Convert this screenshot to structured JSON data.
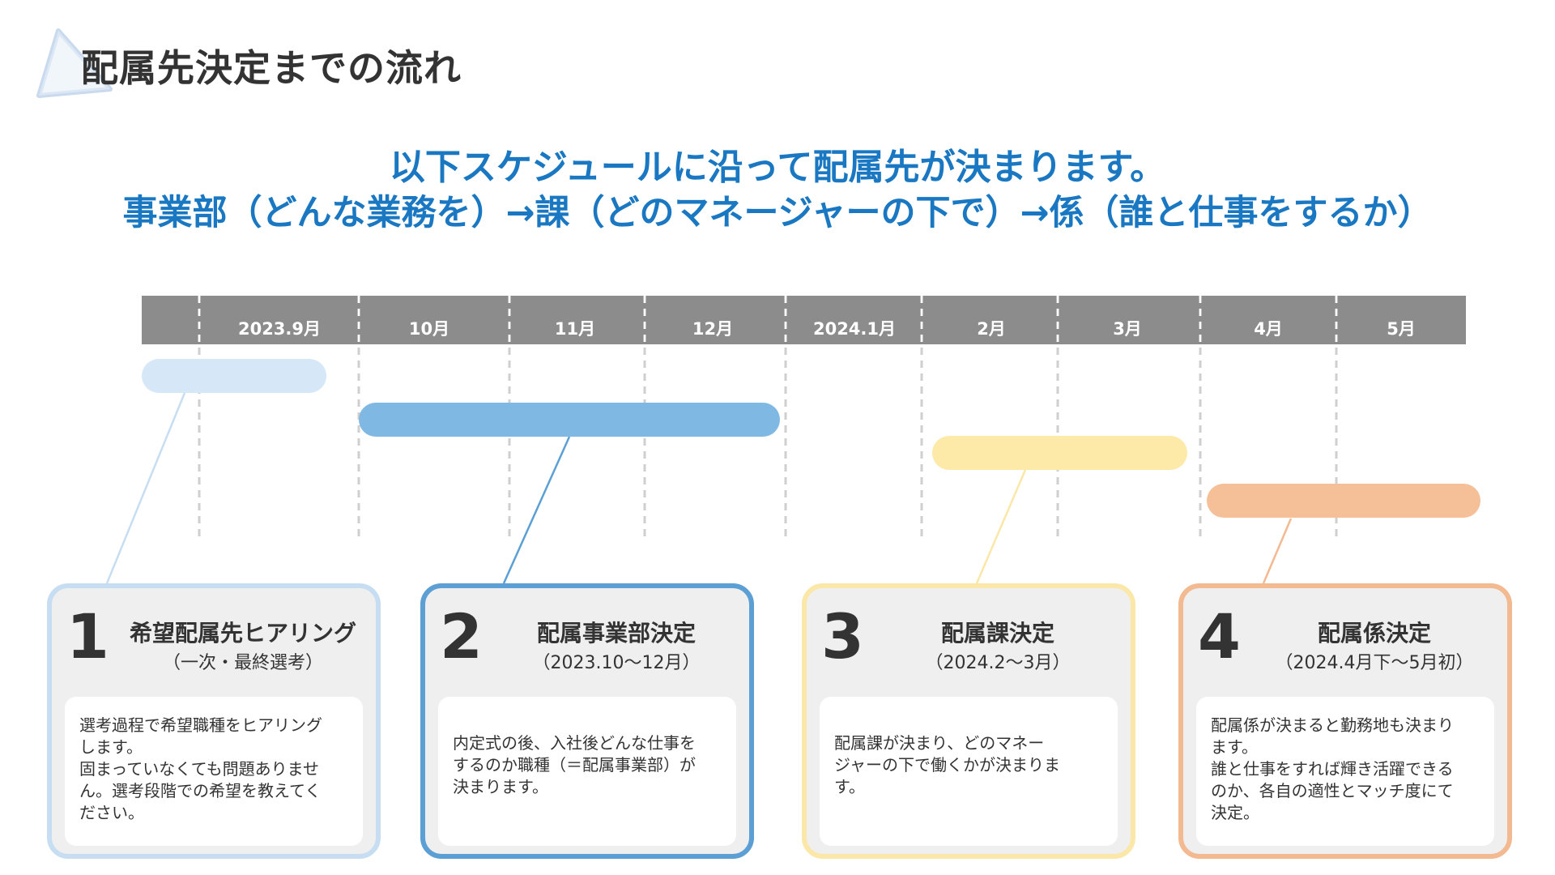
{
  "page": {
    "title": "配属先決定までの流れ",
    "headline_line1": "以下スケジュールに沿って配属先が決まります。",
    "headline_line2": "事業部（どんな業務を）→課（どのマネージャーの下で）→係（誰と仕事をするか）"
  },
  "colors": {
    "accent": "#1a78c2",
    "timeline_header": "#8c8c8c",
    "phase1": "#d6e8f7",
    "phase1_border": "#c7def2",
    "phase2": "#7fb9e3",
    "phase2_border": "#5b9fd4",
    "phase3": "#fde9a8",
    "phase3_border": "#fbe7a8",
    "phase4": "#f5bf97",
    "phase4_border": "#f3b990"
  },
  "timeline": {
    "months": [
      "2023.9月",
      "10月",
      "11月",
      "12月",
      "2024.1月",
      "2月",
      "3月",
      "4月",
      "5月"
    ]
  },
  "phases": [
    {
      "number": "1",
      "title": "希望配属先ヒアリング",
      "subtitle": "（一次・最終選考）",
      "body": "選考過程で希望職種をヒアリング\nします。\n固まっていなくても問題ありませ\nん。選考段階での希望を教えてく\nださい。",
      "color_key": "phase1"
    },
    {
      "number": "2",
      "title": "配属事業部決定",
      "subtitle": "（2023.10～12月）",
      "body": "内定式の後、入社後どんな仕事を\nするのか職種（＝配属事業部）が\n決まります。",
      "color_key": "phase2"
    },
    {
      "number": "3",
      "title": "配属課決定",
      "subtitle": "（2024.2～3月）",
      "body": "配属課が決まり、どのマネー\nジャーの下で働くかが決まりま\nす。",
      "color_key": "phase3"
    },
    {
      "number": "4",
      "title": "配属係決定",
      "subtitle": "（2024.4月下～5月初）",
      "body": "配属係が決まると勤務地も決まり\nます。\n誰と仕事をすれば輝き活躍できる\nのか、各自の適性とマッチ度にて\n決定。",
      "color_key": "phase4"
    }
  ]
}
